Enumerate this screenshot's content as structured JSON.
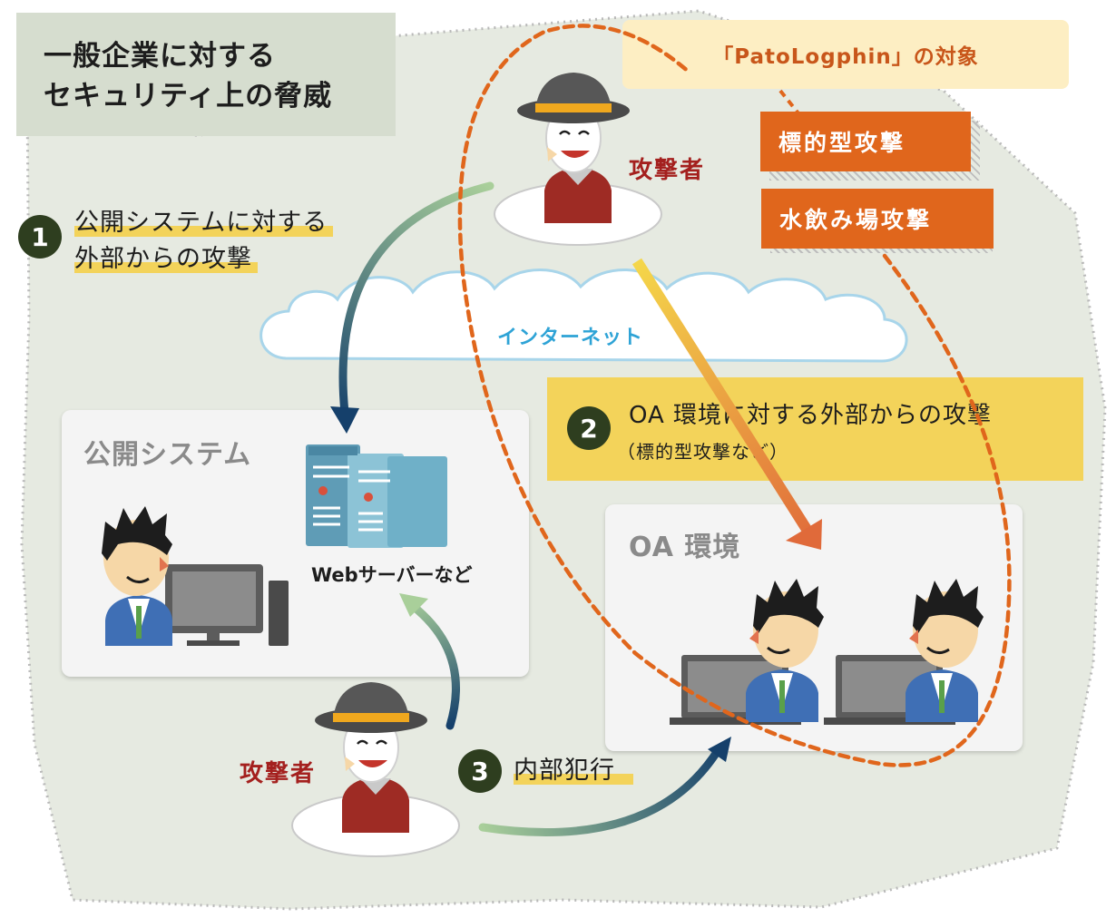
{
  "title": {
    "line1": "一般企業に対する",
    "line2": "セキュリティ上の脅威"
  },
  "target_box": {
    "label": "「PatoLogphin」の対象"
  },
  "tags": {
    "targeted_attack": "標的型攻撃",
    "watering_hole": "水飲み場攻撃"
  },
  "attacker_top": {
    "label": "攻撃者"
  },
  "attacker_bottom": {
    "label": "攻撃者"
  },
  "internet": {
    "label": "インターネット"
  },
  "attack1": {
    "number": "1",
    "line1": "公開システムに対する",
    "line2": "外部からの攻撃"
  },
  "attack2": {
    "number": "2",
    "line1": "OA 環境に対する外部からの攻撃",
    "line2": "（標的型攻撃など）"
  },
  "attack3": {
    "number": "3",
    "label": "内部犯行"
  },
  "public_system": {
    "label": "公開システム",
    "server_caption": "Webサーバーなど"
  },
  "oa_env": {
    "label": "OA 環境"
  },
  "colors": {
    "region_fill": "#e6eae1",
    "dotted_border": "#b9b9b9",
    "target_dashed": "#e0661c",
    "tag_orange": "#e0661c",
    "highlight_yellow": "#f3d35a",
    "badge_dark": "#2e3e1f",
    "attacker_red": "#a4201e",
    "internet_blue": "#2ea3d6",
    "arrow_navy": "#15406b",
    "server_blue": "#6fb0c8"
  }
}
